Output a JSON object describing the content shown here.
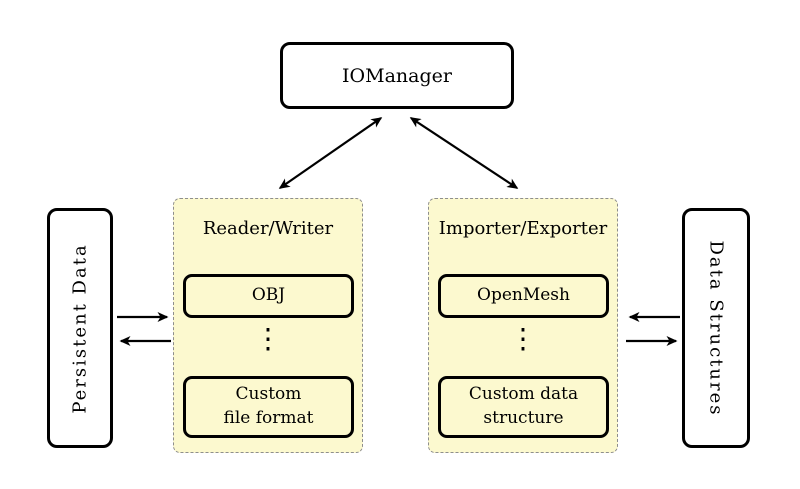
{
  "colors": {
    "background": "#ffffff",
    "group_fill": "#fcf9cf",
    "group_border": "#8e8e8e",
    "node_border": "#000000",
    "node_fill": "#ffffff",
    "arrow": "#000000",
    "text": "#000000"
  },
  "nodes": {
    "iomanager": {
      "label": "IOManager"
    },
    "persistent_data": {
      "label": "Persistent Data"
    },
    "data_structures": {
      "label": "Data Structures"
    },
    "reader_writer": {
      "title": "Reader/Writer",
      "children": [
        {
          "label": "OBJ"
        },
        {
          "label": "⋮"
        },
        {
          "label": "Custom\nfile format"
        }
      ]
    },
    "importer_exporter": {
      "title": "Importer/Exporter",
      "children": [
        {
          "label": "OpenMesh"
        },
        {
          "label": "⋮"
        },
        {
          "label": "Custom data\nstructure"
        }
      ]
    }
  },
  "edges": [
    {
      "from": "IOManager",
      "to": "Reader/Writer",
      "direction": "bidirectional"
    },
    {
      "from": "IOManager",
      "to": "Importer/Exporter",
      "direction": "bidirectional"
    },
    {
      "from": "Persistent Data",
      "to": "Reader/Writer",
      "direction": "forward"
    },
    {
      "from": "Reader/Writer",
      "to": "Persistent Data",
      "direction": "forward"
    },
    {
      "from": "Data Structures",
      "to": "Importer/Exporter",
      "direction": "forward"
    },
    {
      "from": "Importer/Exporter",
      "to": "Data Structures",
      "direction": "forward"
    }
  ]
}
